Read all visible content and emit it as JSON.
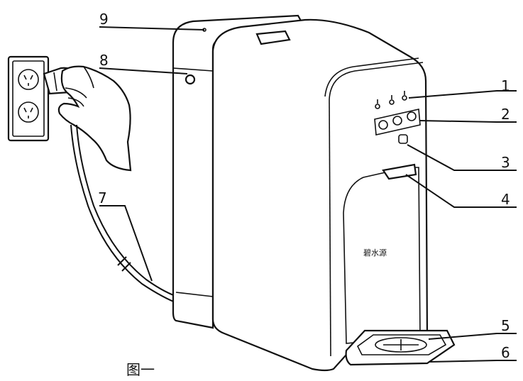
{
  "callouts": [
    {
      "num": "1"
    },
    {
      "num": "2"
    },
    {
      "num": "3"
    },
    {
      "num": "4"
    },
    {
      "num": "5"
    },
    {
      "num": "6"
    },
    {
      "num": "7"
    },
    {
      "num": "8"
    },
    {
      "num": "9"
    }
  ],
  "caption": "图一",
  "brand_mark": "碧水源",
  "icons": {
    "outlet": "wall-outlet-icon",
    "plug": "power-plug-icon",
    "hand": "hand-icon"
  }
}
